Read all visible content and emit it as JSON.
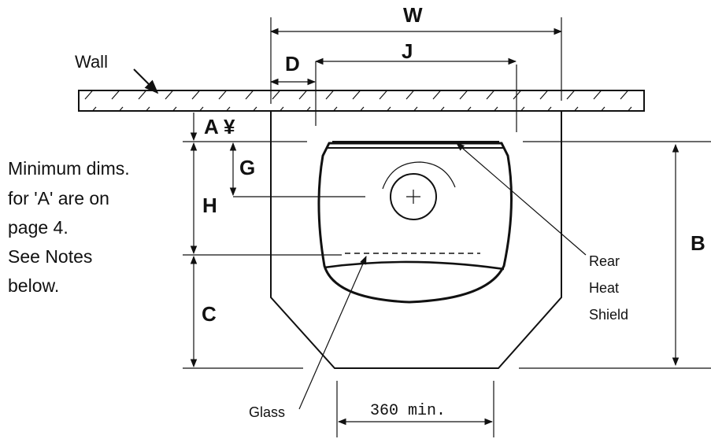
{
  "labels": {
    "W": "W",
    "D": "D",
    "J": "J",
    "A": "A ¥",
    "G": "G",
    "H": "H",
    "B": "B",
    "C": "C",
    "wall": "Wall",
    "rear1": "Rear",
    "rear2": "Heat",
    "rear3": "Shield",
    "glass": "Glass",
    "min360": "360 min."
  },
  "note": {
    "line1": "Minimum dims.",
    "line2": "for 'A' are on",
    "line3": "page 4.",
    "line4": "See Notes",
    "line5": "below."
  }
}
